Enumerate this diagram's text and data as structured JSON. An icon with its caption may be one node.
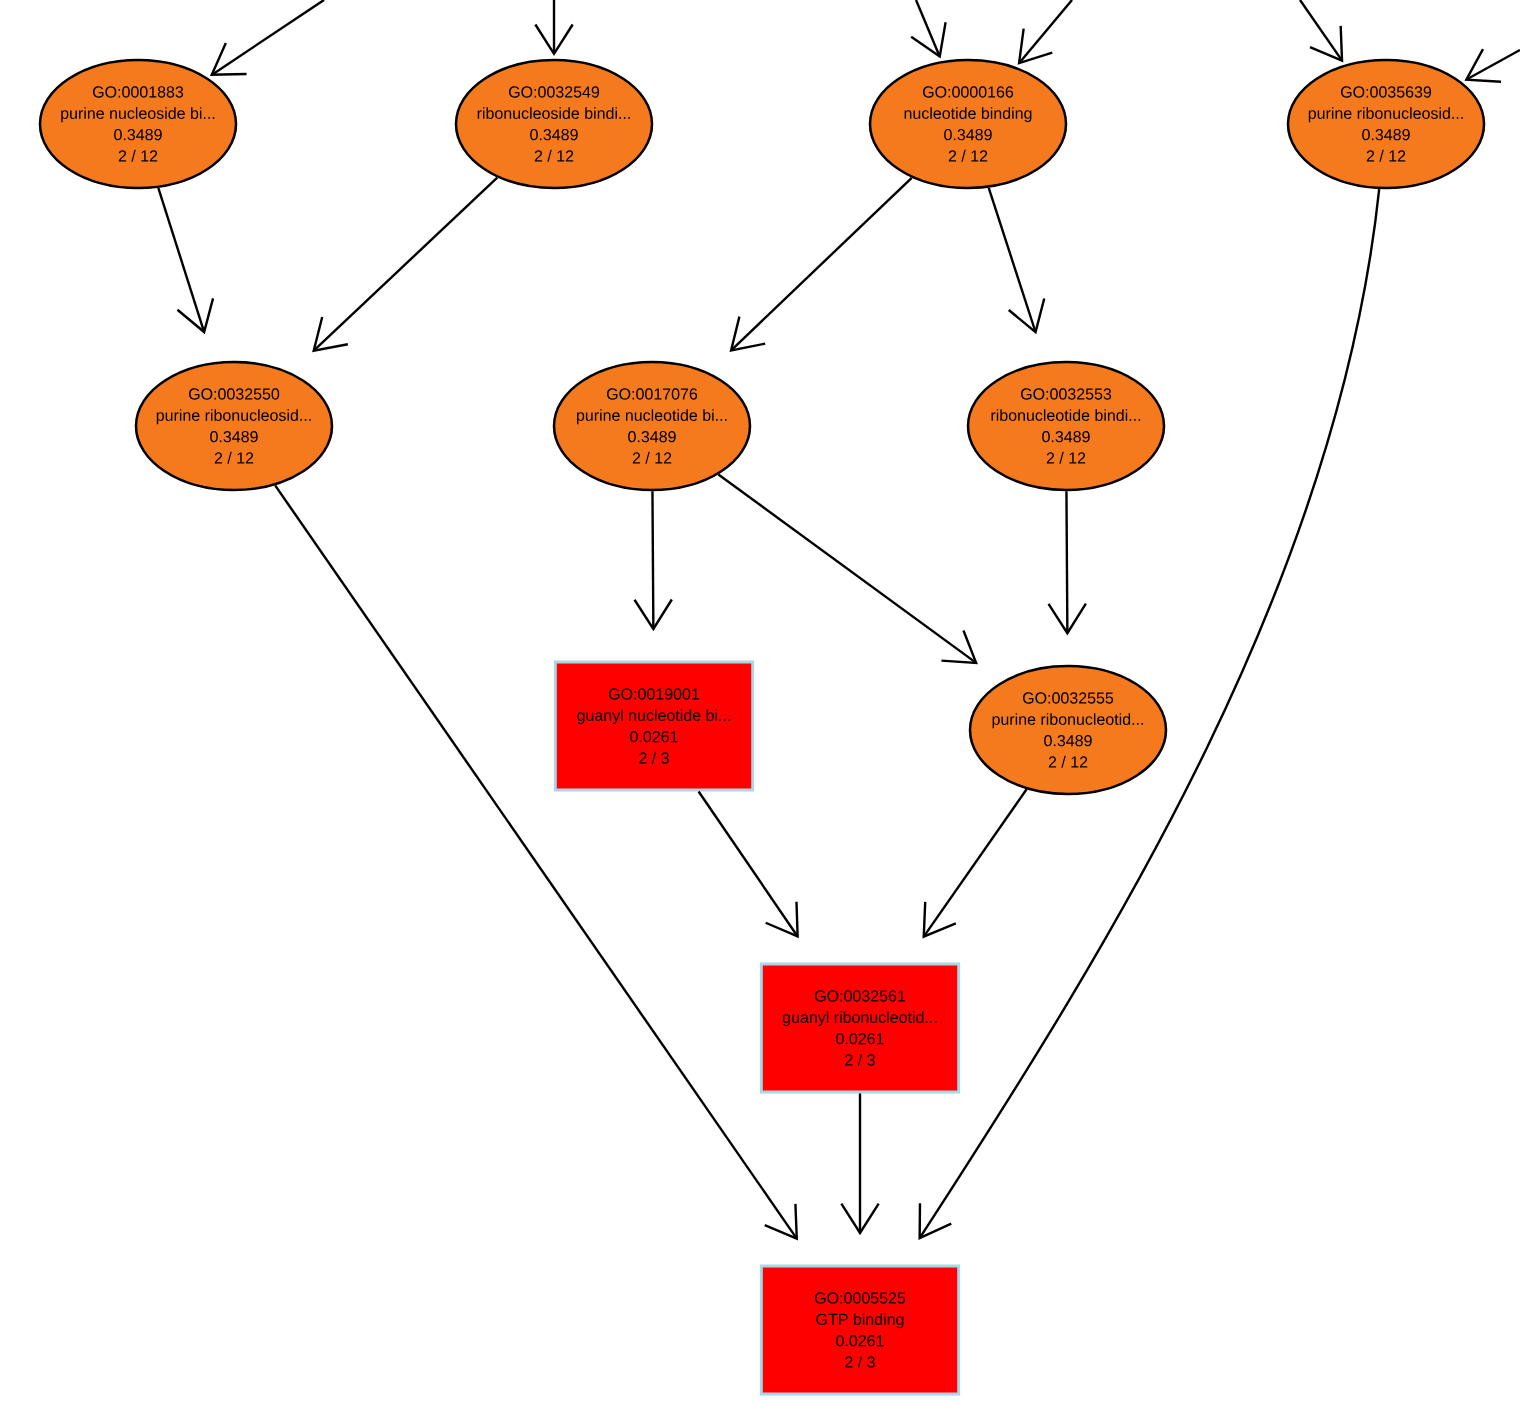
{
  "diagram": {
    "nodes": [
      {
        "text": [
          "GO:0001883",
          "purine nucleoside bi...",
          "0.3489",
          "2 / 12"
        ]
      },
      {
        "text": [
          "GO:0032549",
          "ribonucleoside bindi...",
          "0.3489",
          "2 / 12"
        ]
      },
      {
        "text": [
          "GO:0000166",
          "nucleotide binding",
          "0.3489",
          "2 / 12"
        ]
      },
      {
        "text": [
          "GO:0035639",
          "purine ribonucleosid...",
          "0.3489",
          "2 / 12"
        ]
      },
      {
        "text": [
          "GO:0032550",
          "purine ribonucleosid...",
          "0.3489",
          "2 / 12"
        ]
      },
      {
        "text": [
          "GO:0017076",
          "purine nucleotide bi...",
          "0.3489",
          "2 / 12"
        ]
      },
      {
        "text": [
          "GO:0032553",
          "ribonucleotide bindi...",
          "0.3489",
          "2 / 12"
        ]
      },
      {
        "text": [
          "GO:0019001",
          "guanyl nucleotide bi...",
          "0.0261",
          "2 / 3"
        ]
      },
      {
        "text": [
          "GO:0032555",
          "purine ribonucleotid...",
          "0.3489",
          "2 / 12"
        ]
      },
      {
        "text": [
          "GO:0032561",
          "guanyl ribonucleotid...",
          "0.0261",
          "2 / 3"
        ]
      },
      {
        "text": [
          "GO:0005525",
          "GTP binding",
          "0.0261",
          "2 / 3"
        ]
      }
    ],
    "edges": [
      {
        "from": null,
        "to": 0,
        "arrow": "to"
      },
      {
        "from": null,
        "to": 1,
        "arrow": "to"
      },
      {
        "from": null,
        "to": 2,
        "arrow": "to"
      },
      {
        "from": null,
        "to": 2,
        "arrow": "to"
      },
      {
        "from": null,
        "to": 3,
        "arrow": "to"
      },
      {
        "from": null,
        "to": 3,
        "arrow": "to"
      },
      {
        "from": 0,
        "to": 4,
        "arrow": "to"
      },
      {
        "from": 1,
        "to": 4,
        "arrow": "to"
      },
      {
        "from": 2,
        "to": 5,
        "arrow": "to"
      },
      {
        "from": 2,
        "to": 6,
        "arrow": "to"
      },
      {
        "from": 5,
        "to": 7,
        "arrow": "to"
      },
      {
        "from": 5,
        "to": 8,
        "arrow": "to"
      },
      {
        "from": 6,
        "to": 8,
        "arrow": "to"
      },
      {
        "from": 7,
        "to": 9,
        "arrow": "to"
      },
      {
        "from": 8,
        "to": 9,
        "arrow": "to"
      },
      {
        "from": 4,
        "to": 10,
        "arrow": "to"
      },
      {
        "from": 9,
        "to": 10,
        "arrow": "to"
      },
      {
        "from": 3,
        "to": 10,
        "arrow": "to"
      }
    ]
  }
}
